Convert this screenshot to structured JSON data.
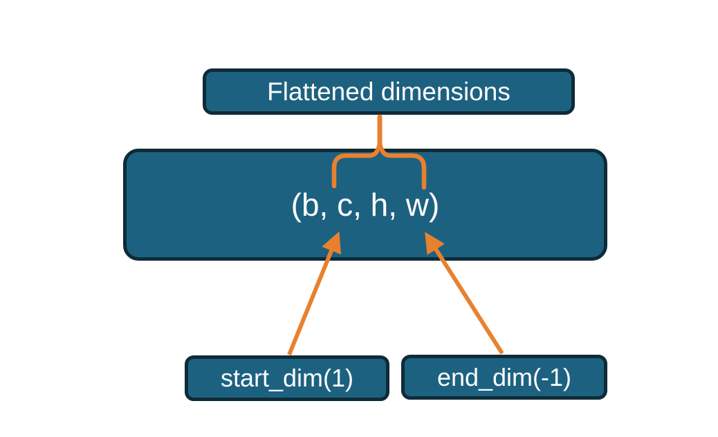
{
  "diagram": {
    "nodes": {
      "flattened_dimensions": {
        "label": "Flattened dimensions"
      },
      "tensor_shape": {
        "label": "(b, c, h, w)"
      },
      "start_dim": {
        "label": "start_dim(1)"
      },
      "end_dim": {
        "label": "end_dim(-1)"
      }
    },
    "connectors": {
      "brace": "brace spanning flattened dims (c, h, w) linked to Flattened dimensions box",
      "arrow_start": "arrow from start_dim(1) to dimension c",
      "arrow_end": "arrow from end_dim(-1) to dimension w"
    },
    "colors": {
      "box_fill": "#1d6180",
      "box_border": "#0f2b38",
      "accent_orange": "#e8812f",
      "text": "#fdfdfd",
      "background": "#ffffff"
    }
  }
}
